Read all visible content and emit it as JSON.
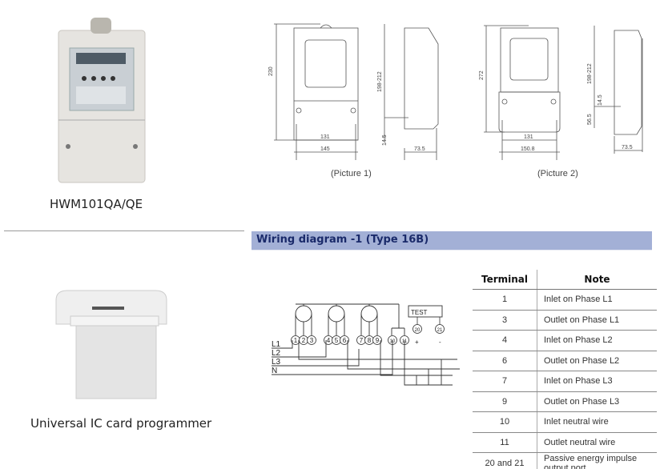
{
  "products": [
    {
      "name": "HWM101QA/QE"
    },
    {
      "name": "Universal IC card programmer"
    }
  ],
  "section_title": "Wiring diagram -1 (Type 16B)",
  "drawings": {
    "picture1": {
      "label": "(Picture 1)",
      "height": "230",
      "side_height": "198-212",
      "offset": "14.5",
      "hole_span": "131",
      "width": "145",
      "depth": "73.5"
    },
    "picture2": {
      "label": "(Picture 2)",
      "height": "272",
      "side_height": "198-212",
      "offset": "14.5",
      "lower": "56.5",
      "hole_span": "131",
      "width": "150.8",
      "depth": "73.5"
    }
  },
  "wiring": {
    "terminals": [
      "1",
      "2",
      "3",
      "4",
      "5",
      "6",
      "7",
      "8",
      "9",
      "10",
      "11"
    ],
    "lines": [
      "L1",
      "L2",
      "L3",
      "N"
    ],
    "test_label": "TEST",
    "pulse_terminals": [
      "20",
      "21"
    ],
    "polarity": [
      "+",
      "-"
    ]
  },
  "table": {
    "headers": [
      "Terminal",
      "Note"
    ],
    "rows": [
      {
        "terminal": "1",
        "note": "Inlet on Phase L1"
      },
      {
        "terminal": "3",
        "note": "Outlet on Phase L1"
      },
      {
        "terminal": "4",
        "note": "Inlet on Phase L2"
      },
      {
        "terminal": "6",
        "note": "Outlet on Phase L2"
      },
      {
        "terminal": "7",
        "note": "Inlet on Phase L3"
      },
      {
        "terminal": "9",
        "note": "Outlet on Phase L3"
      },
      {
        "terminal": "10",
        "note": "Inlet neutral wire"
      },
      {
        "terminal": "11",
        "note": "Outlet neutral wire"
      },
      {
        "terminal": "20 and 21",
        "note": "Passive energy impulse output port"
      }
    ]
  }
}
